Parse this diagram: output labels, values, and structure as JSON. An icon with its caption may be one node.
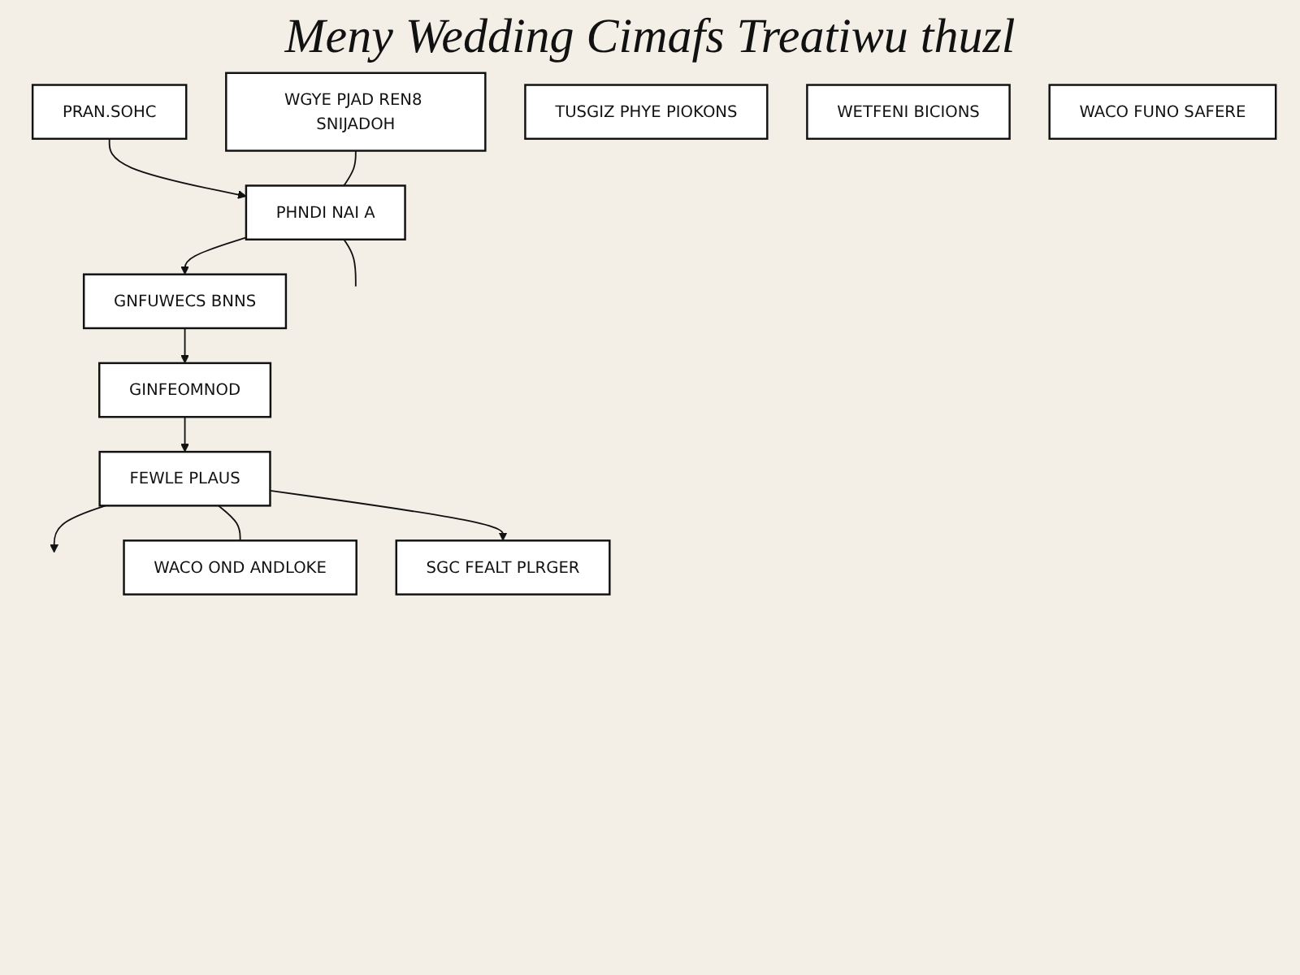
{
  "diagram": {
    "title": "Meny Wedding Cimafs Treatiwu thuzl",
    "nodes": [
      {
        "text": [
          "PRAN.SOHC"
        ]
      },
      {
        "text": [
          "WGYE PJAD REN8 SNIJADOH"
        ]
      },
      {
        "text": [
          "PHNDI NAI A"
        ]
      },
      {
        "text": [
          "TUSGIZ PHYE PIOKONS"
        ]
      },
      {
        "text": [
          "WETFENI BICIONS"
        ]
      },
      {
        "text": [
          "GNFUWECS BNNS"
        ]
      },
      {
        "text": [
          "GINFEOMNOD"
        ]
      },
      {
        "text": [
          "WACO FUNO SAFERE"
        ]
      },
      {
        "text": [
          "FEWLE PLAUS"
        ]
      },
      {
        "text": [
          "WACO OND ANDLOKE"
        ]
      },
      {
        "text": [
          "SGC FEALT PLRGER"
        ]
      }
    ],
    "edges": [
      {
        "from": 0,
        "to": 2,
        "arrow": "to"
      },
      {
        "from": 1,
        "to": 2,
        "arrow": "none"
      },
      {
        "from": 2,
        "to": null,
        "arrow": "none"
      },
      {
        "from": 2,
        "to": 5,
        "arrow": "to"
      },
      {
        "from": 5,
        "to": 6,
        "arrow": "to"
      },
      {
        "from": 6,
        "to": 8,
        "arrow": "to"
      },
      {
        "from": 8,
        "to": null,
        "arrow": "to"
      },
      {
        "from": 8,
        "to": 9,
        "arrow": "none"
      },
      {
        "from": 8,
        "to": 10,
        "arrow": "to"
      }
    ]
  }
}
